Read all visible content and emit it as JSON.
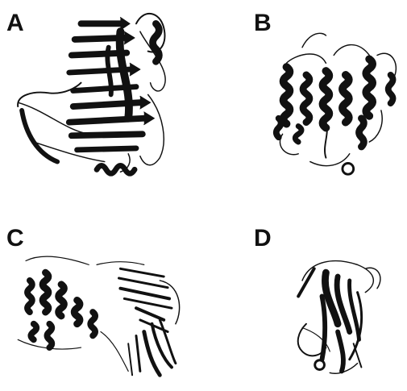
{
  "panels": [
    {
      "label": "A",
      "depiction": "beta-helix"
    },
    {
      "label": "B",
      "depiction": "alpha-helical-bundle"
    },
    {
      "label": "C",
      "depiction": "two-domain-alpha-beta"
    },
    {
      "label": "D",
      "depiction": "beta-barrel"
    }
  ],
  "colors": {
    "ink": "#111111",
    "background": "#ffffff"
  }
}
